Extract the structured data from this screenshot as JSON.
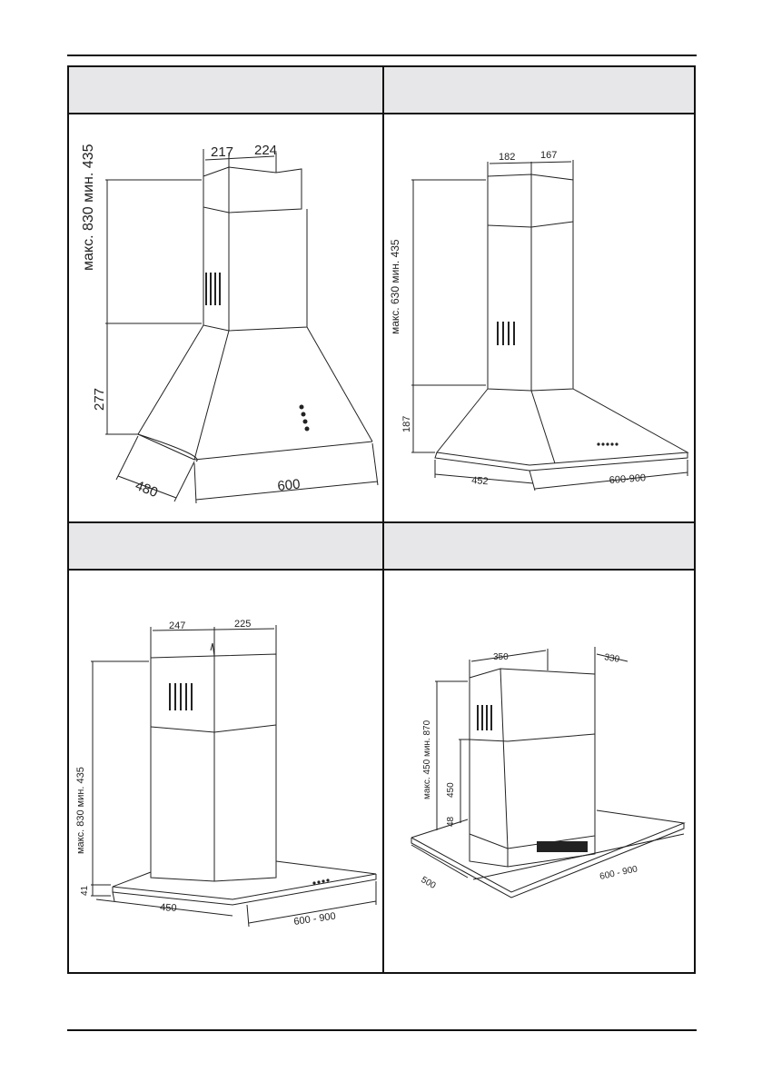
{
  "diagrams": [
    {
      "chimney_width": "217",
      "chimney_depth": "224",
      "height_range": "макс. 830 мин. 435",
      "canopy_height": "277",
      "depth": "480",
      "width": "600"
    },
    {
      "chimney_width": "182",
      "chimney_depth": "167",
      "height_range": "макс. 630 мин. 435",
      "canopy_height": "187",
      "depth": "452",
      "width": "600-900"
    },
    {
      "chimney_width": "247",
      "chimney_depth": "225",
      "height_range": "макс. 830 мин. 435",
      "canopy_height": "41",
      "depth": "450",
      "width": "600 - 900"
    },
    {
      "chimney_width": "350",
      "chimney_depth": "330",
      "height_range": "макс. 450 мин. 870",
      "body_height": "450",
      "canopy_height": "48",
      "depth": "500",
      "width": "600 - 900"
    }
  ]
}
